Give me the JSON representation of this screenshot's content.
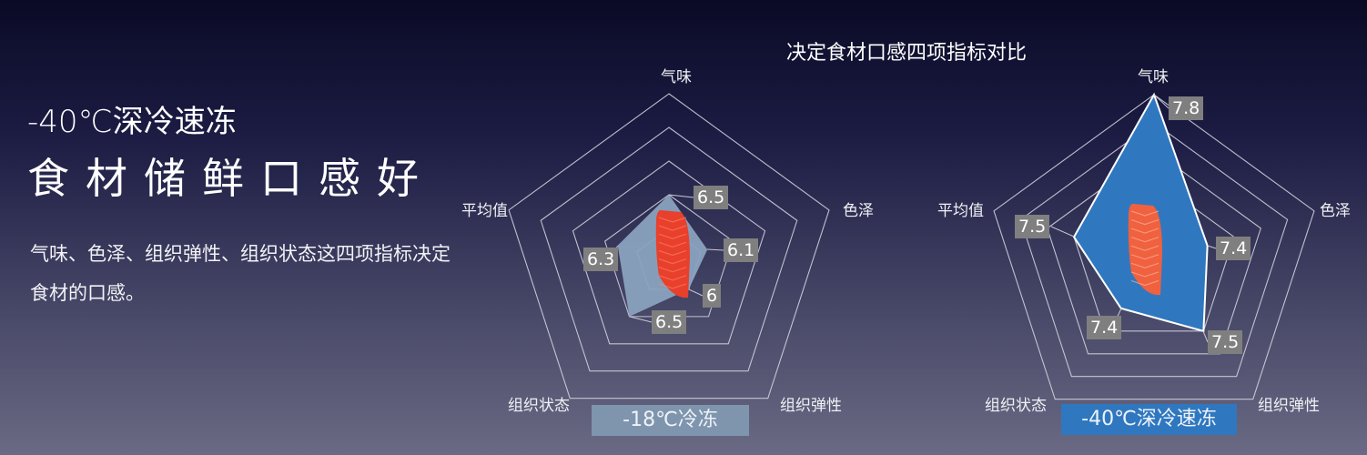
{
  "left_panel": {
    "headline_line1": "-40℃深冷速冻",
    "headline_line2": "食材储鲜口感好",
    "description": "气味、色泽、组织弹性、组织状态这四项指标决定食材的口感。"
  },
  "colors": {
    "background_top": "#0a0a26",
    "background_bottom": "#6a6a84",
    "series_18_fill": "#8aa2bf",
    "series_40_fill": "#2f78c0",
    "label_box": "#7f7f7f",
    "grid": "#d8d8e4"
  },
  "chart_data": [
    {
      "type": "radar",
      "title": "决定食材口感四项指标对比",
      "series_name": "-18℃冷冻",
      "axes": [
        "气味",
        "色泽",
        "组织弹性",
        "组织状态",
        "平均值"
      ],
      "values": [
        6.5,
        6.1,
        6,
        6.5,
        6.3
      ],
      "rlim": [
        5.5,
        8
      ],
      "ticks": [
        6,
        6.5,
        7,
        7.5,
        8
      ],
      "grid": true,
      "fill": "#8aa2bf",
      "data_labels": [
        "6.5",
        "6.1",
        "6",
        "6.5",
        "6.3"
      ]
    },
    {
      "type": "radar",
      "title": "决定食材口感四项指标对比",
      "series_name": "-40℃深冷速冻",
      "axes": [
        "气味",
        "色泽",
        "组织弹性",
        "组织状态",
        "平均值"
      ],
      "values": [
        7.8,
        7.4,
        7.5,
        7.4,
        7.5
      ],
      "rlim": [
        7.2,
        7.8
      ],
      "ticks": [
        7.5,
        7.6,
        7.7,
        7.8
      ],
      "grid": true,
      "fill": "#2f78c0",
      "data_labels": [
        "7.8",
        "7.4",
        "7.5",
        "7.4",
        "7.5"
      ]
    }
  ],
  "charts": {
    "title": "决定食材口感四项指标对比",
    "left": {
      "badge": "-18℃冷冻",
      "axis_labels": {
        "top": "气味",
        "right": "色泽",
        "bottom_right": "组织弹性",
        "bottom_left": "组织状态",
        "left": "平均值"
      },
      "values": {
        "v0": "6.5",
        "v1": "6.1",
        "v2": "6",
        "v3": "6.5",
        "v4": "6.3"
      }
    },
    "right": {
      "badge": "-40℃深冷速冻",
      "axis_labels": {
        "top": "气味",
        "right": "色泽",
        "bottom_right": "组织弹性",
        "bottom_left": "组织状态",
        "left": "平均值"
      },
      "values": {
        "v0": "7.8",
        "v1": "7.4",
        "v2": "7.5",
        "v3": "7.4",
        "v4": "7.5"
      }
    }
  }
}
